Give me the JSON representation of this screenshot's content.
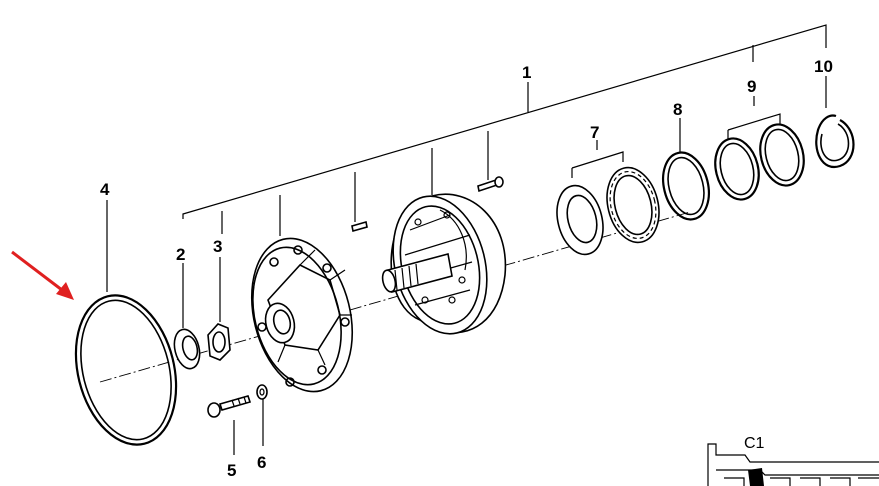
{
  "diagram": {
    "parts": [
      {
        "id": "1",
        "label": "1"
      },
      {
        "id": "2",
        "label": "2"
      },
      {
        "id": "3",
        "label": "3"
      },
      {
        "id": "4",
        "label": "4"
      },
      {
        "id": "5",
        "label": "5"
      },
      {
        "id": "6",
        "label": "6"
      },
      {
        "id": "7",
        "label": "7"
      },
      {
        "id": "8",
        "label": "8"
      },
      {
        "id": "9",
        "label": "9"
      },
      {
        "id": "10",
        "label": "10"
      }
    ],
    "section_label": "C1",
    "highlighted_part": "4",
    "arrow_color": "#e02020"
  }
}
